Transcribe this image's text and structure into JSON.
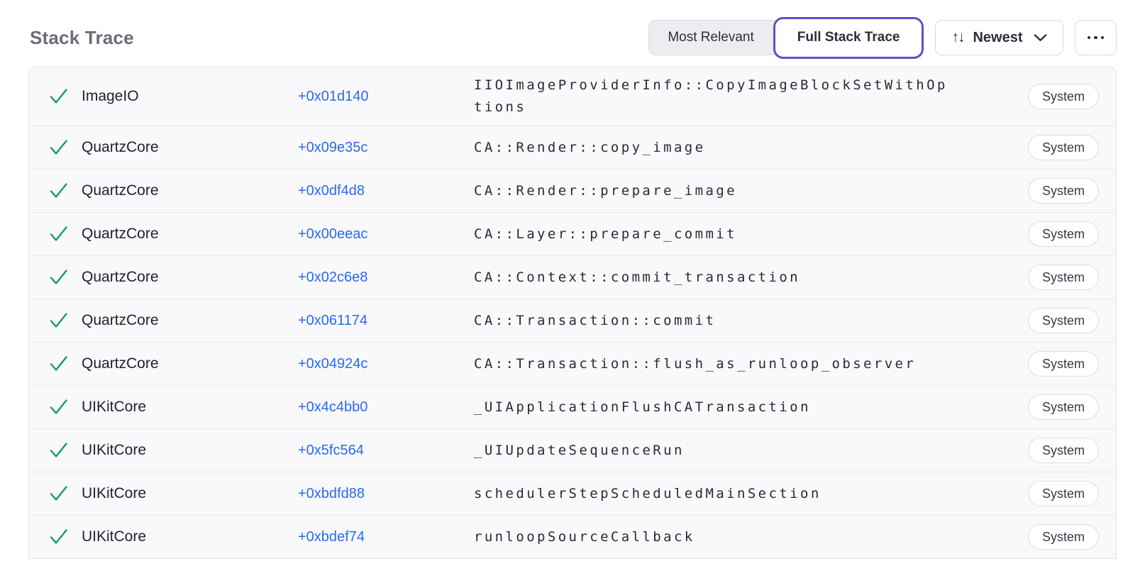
{
  "header": {
    "title": "Stack Trace",
    "view_toggle": {
      "options": [
        "Most Relevant",
        "Full Stack Trace"
      ],
      "selected": "Full Stack Trace"
    },
    "sort": {
      "selected": "Newest",
      "sort_glyph": "↑↓"
    }
  },
  "colors": {
    "accent_purple": "#5e50c8",
    "check_green": "#189a62",
    "link_blue": "#2d6ae4",
    "row_bg": "#f9f9fb"
  },
  "stack_trace": {
    "rows": [
      {
        "library": "ImageIO",
        "offset": "+0x01d140",
        "function": "IIOImageProviderInfo::CopyImageBlockSetWithOptions",
        "badge": "System"
      },
      {
        "library": "QuartzCore",
        "offset": "+0x09e35c",
        "function": "CA::Render::copy_image",
        "badge": "System"
      },
      {
        "library": "QuartzCore",
        "offset": "+0x0df4d8",
        "function": "CA::Render::prepare_image",
        "badge": "System"
      },
      {
        "library": "QuartzCore",
        "offset": "+0x00eeac",
        "function": "CA::Layer::prepare_commit",
        "badge": "System"
      },
      {
        "library": "QuartzCore",
        "offset": "+0x02c6e8",
        "function": "CA::Context::commit_transaction",
        "badge": "System"
      },
      {
        "library": "QuartzCore",
        "offset": "+0x061174",
        "function": "CA::Transaction::commit",
        "badge": "System"
      },
      {
        "library": "QuartzCore",
        "offset": "+0x04924c",
        "function": "CA::Transaction::flush_as_runloop_observer",
        "badge": "System"
      },
      {
        "library": "UIKitCore",
        "offset": "+0x4c4bb0",
        "function": "_UIApplicationFlushCATransaction",
        "badge": "System"
      },
      {
        "library": "UIKitCore",
        "offset": "+0x5fc564",
        "function": "_UIUpdateSequenceRun",
        "badge": "System"
      },
      {
        "library": "UIKitCore",
        "offset": "+0xbdfd88",
        "function": "schedulerStepScheduledMainSection",
        "badge": "System"
      },
      {
        "library": "UIKitCore",
        "offset": "+0xbdef74",
        "function": "runloopSourceCallback",
        "badge": "System"
      }
    ]
  }
}
